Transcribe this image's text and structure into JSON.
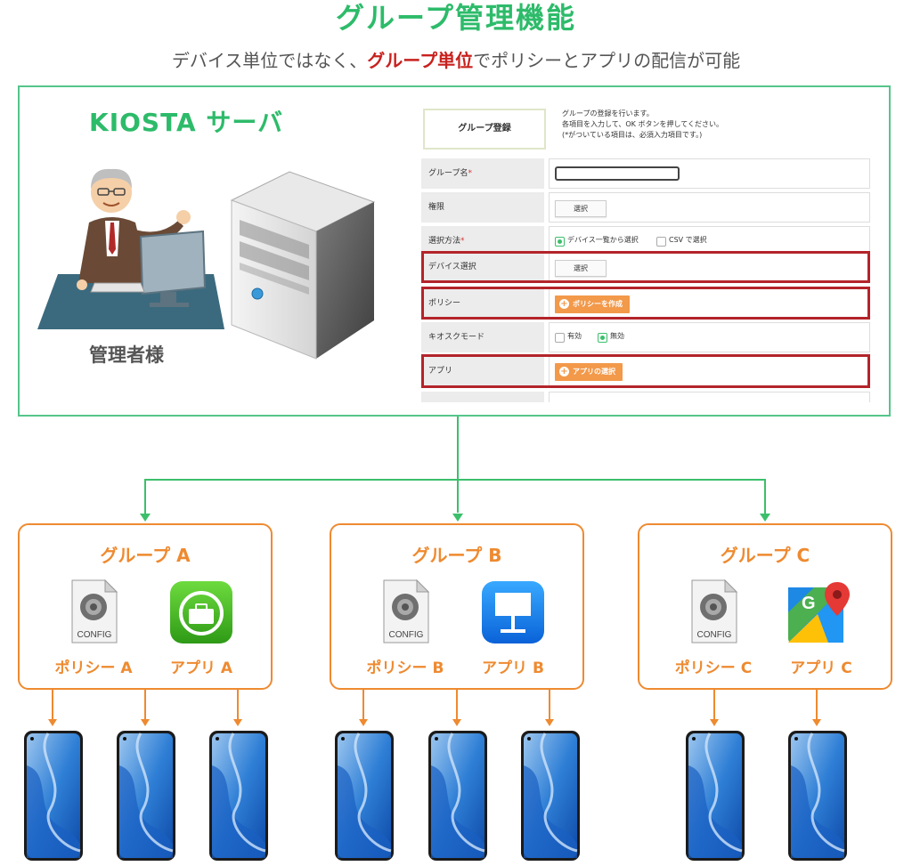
{
  "title": "グループ管理機能",
  "subtitle": {
    "prefix": "デバイス単位ではなく、",
    "highlight": "グループ単位",
    "suffix": "でポリシーとアプリの配信が可能"
  },
  "server": {
    "title": "KIOSTA サーバ",
    "admin_label": "管理者様"
  },
  "form": {
    "header_button": "グループ登録",
    "instructions": [
      "グループの登録を行います。",
      "各項目を入力して、OK ボタンを押してください。",
      "(*がついている項目は、必須入力項目です。)"
    ],
    "rows": [
      {
        "label": "グループ名",
        "required": true
      },
      {
        "label": "権限",
        "button": "選択"
      },
      {
        "label": "選択方法",
        "required": true,
        "options": [
          "デバイス一覧から選択",
          "CSV で選択"
        ]
      },
      {
        "label": "デバイス選択",
        "button": "選択"
      },
      {
        "label": "ポリシー",
        "button": "ポリシーを作成"
      },
      {
        "label": "キオスクモード",
        "options": [
          "有効",
          "無効"
        ]
      },
      {
        "label": "アプリ",
        "button": "アプリの選択"
      }
    ]
  },
  "groups": [
    {
      "name": "グループ A",
      "policy": "ポリシー A",
      "app": "アプリ A",
      "config_label": "CONFIG",
      "device_count": 3,
      "app_icon": "green-toolbox-app-icon"
    },
    {
      "name": "グループ B",
      "policy": "ポリシー B",
      "app": "アプリ B",
      "config_label": "CONFIG",
      "device_count": 3,
      "app_icon": "keynote-podium-app-icon"
    },
    {
      "name": "グループ C",
      "policy": "ポリシー C",
      "app": "アプリ C",
      "config_label": "CONFIG",
      "device_count": 2,
      "app_icon": "google-maps-app-icon"
    }
  ],
  "colors": {
    "green": "#2dbb6a",
    "orange": "#ee8a30",
    "highlight_red": "#c8211e"
  }
}
